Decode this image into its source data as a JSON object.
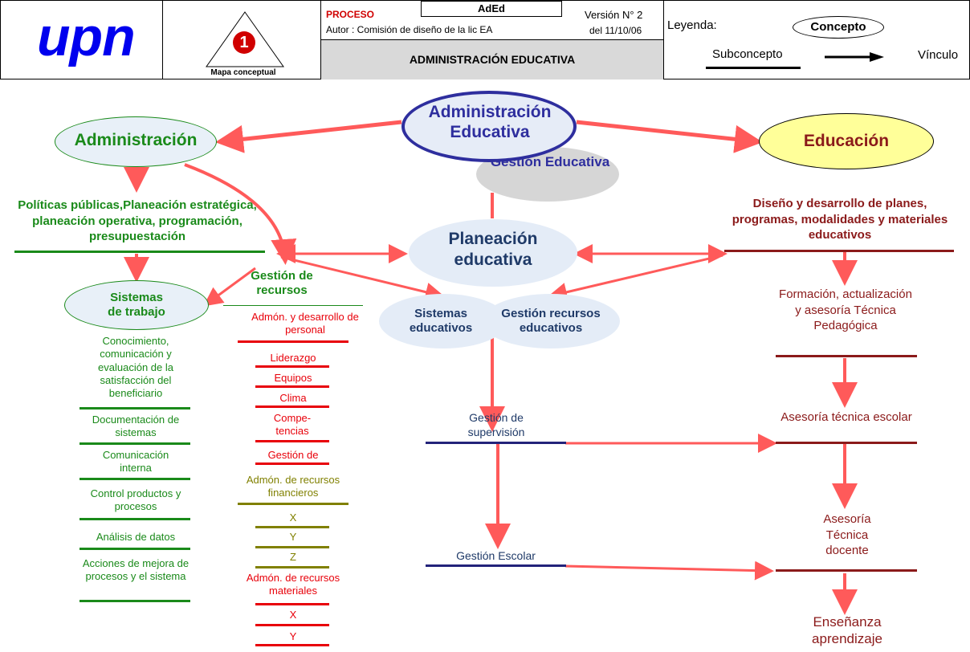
{
  "header": {
    "logo": "upn",
    "badge_number": "1",
    "badge_caption": "Mapa conceptual",
    "proceso_label": "PROCESO",
    "code": "AdEd",
    "version": "Versión N° 2",
    "author": "Autor : Comisión de diseño de la lic EA",
    "date": "del 11/10/06",
    "process_title": "ADMINISTRACIÓN EDUCATIVA",
    "legend_label": "Leyenda:",
    "legend_concept": "Concepto",
    "legend_subconcept": "Subconcepto",
    "legend_link": "Vínculo"
  },
  "nodes": {
    "admin_educativa": "Administración Educativa",
    "administracion": "Administración",
    "educacion": "Educación",
    "gestion_educativa": "Gestión Educativa",
    "planeacion": "Planeación educativa",
    "sistemas_educativos": "Sistemas educativos",
    "gestion_recursos_educ": "Gestión recursos educativos",
    "sistemas_trabajo": "Sistemas de trabajo"
  },
  "subconcepts": {
    "politicas": "Políticas públicas,Planeación estratégica, planeación operativa, programación, presupuestación",
    "diseno": "Diseño y desarrollo de planes, programas, modalidades y materiales educativos",
    "gestion_recursos": "Gestión de recursos",
    "formacion": "Formación, actualización y asesoría Técnica Pedagógica",
    "asesoria_escolar": "Asesoría técnica escolar",
    "asesoria_docente": "Asesoría Técnica docente",
    "ensenanza": "Enseñanza aprendizaje",
    "gestion_supervision": "Gestión de supervisión",
    "gestion_escolar": "Gestión Escolar"
  },
  "sistemas_trabajo_items": [
    "Conocimiento, comunicación y evaluación de la satisfacción del beneficiario",
    "Documentación de sistemas",
    "Comunicación interna",
    "Control productos y procesos",
    "Análisis de datos",
    "Acciones de mejora de procesos y el sistema"
  ],
  "recursos_items": {
    "personal_header": "Admón. y desarrollo de personal",
    "personal": [
      "Liderazgo",
      "Equipos",
      "Clima",
      "Compe-tencias",
      "Gestión de"
    ],
    "financieros_header": "Admón. de recursos financieros",
    "financieros": [
      "X",
      "Y",
      "Z"
    ],
    "materiales_header": "Admón. de recursos materiales",
    "materiales": [
      "X",
      "Y"
    ]
  },
  "colors": {
    "arrow": "#ff5a5a",
    "green": "#1a8a1a",
    "navy": "#23237a",
    "dark_red": "#8b1a1a",
    "red": "#e8000a",
    "olive": "#808000",
    "light_blue": "#e4ecf7",
    "gray": "#d6d6d6",
    "yellow": "#ffff99"
  }
}
